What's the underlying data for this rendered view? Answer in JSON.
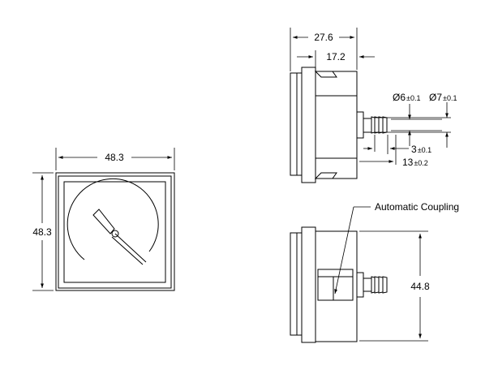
{
  "dimensions": {
    "front_width": "48.3",
    "front_height": "48.3",
    "side_depth_total": "27.6",
    "side_depth_body": "17.2",
    "inner_diameter": "Ø6",
    "inner_diameter_tol": "±0.1",
    "outer_diameter": "Ø7",
    "outer_diameter_tol": "±0.1",
    "fitting_length_short": "3",
    "fitting_length_short_tol": "±0.1",
    "fitting_length_long": "13",
    "fitting_length_long_tol": "±0.2",
    "bottom_height": "44.8"
  },
  "annotations": {
    "coupling_label": "Automatic Coupling"
  }
}
